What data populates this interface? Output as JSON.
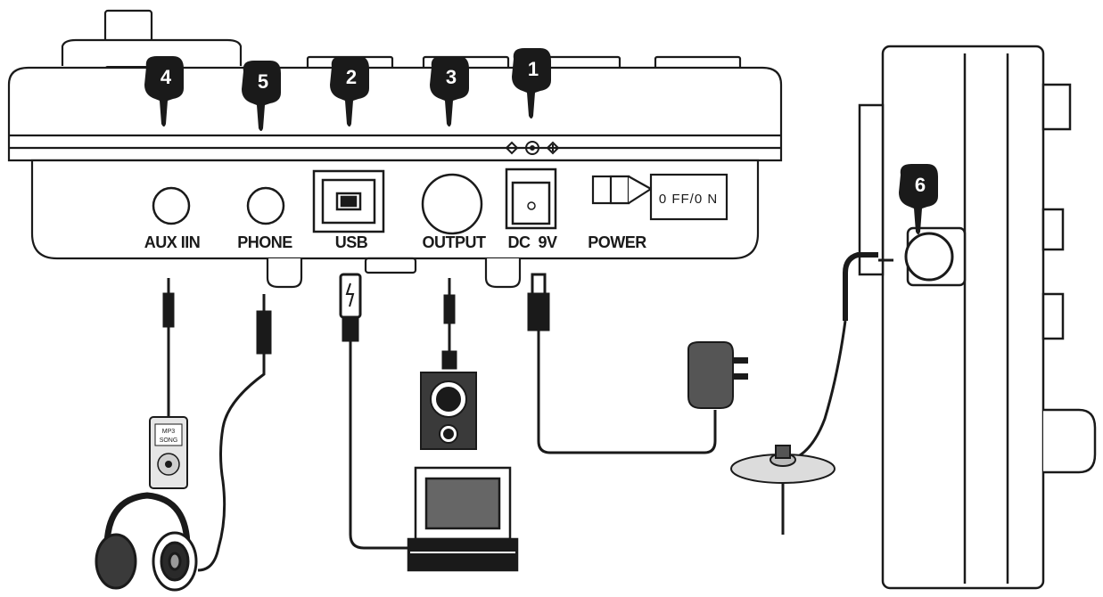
{
  "ports": {
    "aux_in": "AUX IIN",
    "phone": "PHONE",
    "usb": "USB",
    "output": "OUTPUT",
    "dc": "DC  9V",
    "power": "POWER"
  },
  "switch_label": "0 FF/0 N",
  "markers": {
    "m1": "1",
    "m2": "2",
    "m3": "3",
    "m4": "4",
    "m5": "5",
    "m6": "6"
  },
  "mp3_player": {
    "line1": "MP3",
    "line2": "SONG"
  },
  "icons": [
    "pointing-hand-icon",
    "dc-polarity-icon",
    "usb-symbol-icon",
    "headphones-icon",
    "mp3-player-icon",
    "speaker-icon",
    "laptop-icon",
    "power-adapter-icon",
    "cymbal-icon"
  ]
}
